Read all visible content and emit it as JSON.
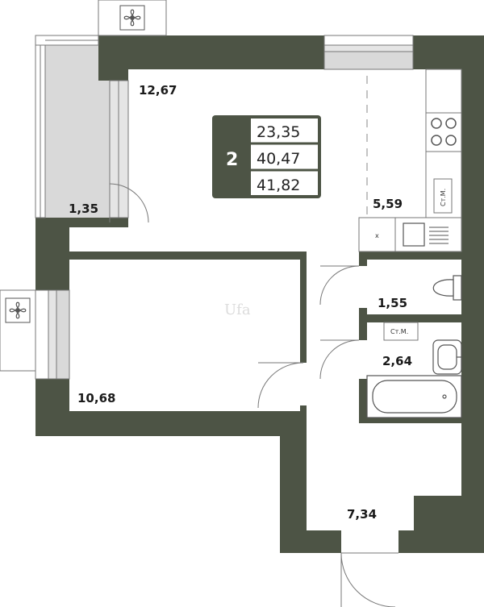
{
  "colors": {
    "wall": "#4d5445",
    "balcony": "#d9d9d9",
    "line": "#777777"
  },
  "badge": {
    "rooms": "2",
    "living_area": "23,35",
    "total_area": "40,47",
    "total_with_balcony": "41,82"
  },
  "rooms": {
    "living_room": "12,67",
    "balcony": "1,35",
    "kitchen": "5,59",
    "bedroom": "10,68",
    "toilet": "1,55",
    "bathroom": "2,64",
    "hall": "7,34"
  },
  "fixtures": {
    "riser_kitchen": "Ст.М.",
    "riser_bath": "Ст.М.",
    "sink_mark": "x"
  },
  "icons": {
    "vent_top": "fan-icon",
    "vent_left": "fan-icon"
  },
  "watermark": "Ufa"
}
